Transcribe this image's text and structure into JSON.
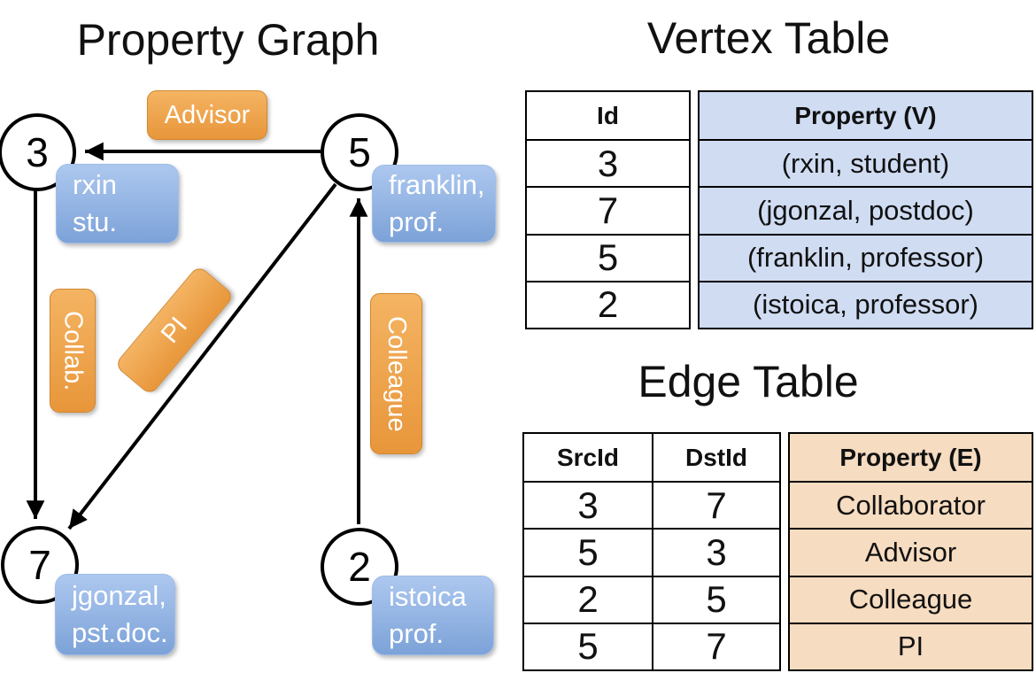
{
  "graph": {
    "title": "Property Graph",
    "nodes": [
      {
        "id": "3",
        "property_lines": [
          "rxin",
          "stu."
        ]
      },
      {
        "id": "5",
        "property_lines": [
          "franklin,",
          "prof."
        ]
      },
      {
        "id": "7",
        "property_lines": [
          "jgonzal,",
          "pst.doc."
        ]
      },
      {
        "id": "2",
        "property_lines": [
          "istoica",
          "prof."
        ]
      }
    ],
    "edge_labels": {
      "advisor": "Advisor",
      "collab": "Collab.",
      "pi": "PI",
      "colleague": "Colleague"
    }
  },
  "vertex_table": {
    "title": "Vertex Table",
    "columns": {
      "id": "Id",
      "property": "Property (V)"
    },
    "rows": [
      {
        "id": "3",
        "property": "(rxin, student)"
      },
      {
        "id": "7",
        "property": "(jgonzal, postdoc)"
      },
      {
        "id": "5",
        "property": "(franklin, professor)"
      },
      {
        "id": "2",
        "property": "(istoica, professor)"
      }
    ]
  },
  "edge_table": {
    "title": "Edge Table",
    "columns": {
      "src": "SrcId",
      "dst": "DstId",
      "property": "Property (E)"
    },
    "rows": [
      {
        "src": "3",
        "dst": "7",
        "property": "Collaborator"
      },
      {
        "src": "5",
        "dst": "3",
        "property": "Advisor"
      },
      {
        "src": "2",
        "dst": "5",
        "property": "Colleague"
      },
      {
        "src": "5",
        "dst": "7",
        "property": "PI"
      }
    ]
  },
  "colors": {
    "label_orange_top": "#f4b463",
    "label_orange_bottom": "#e8963a",
    "label_orange_border": "#d0872f",
    "property_blue_top": "#adc8ef",
    "property_blue_bottom": "#7ca2d8",
    "vertex_cell_fill": "#cfdcf2",
    "edge_cell_fill": "#f6dcc0",
    "table_border": "#000000",
    "text_dark": "#111111"
  }
}
